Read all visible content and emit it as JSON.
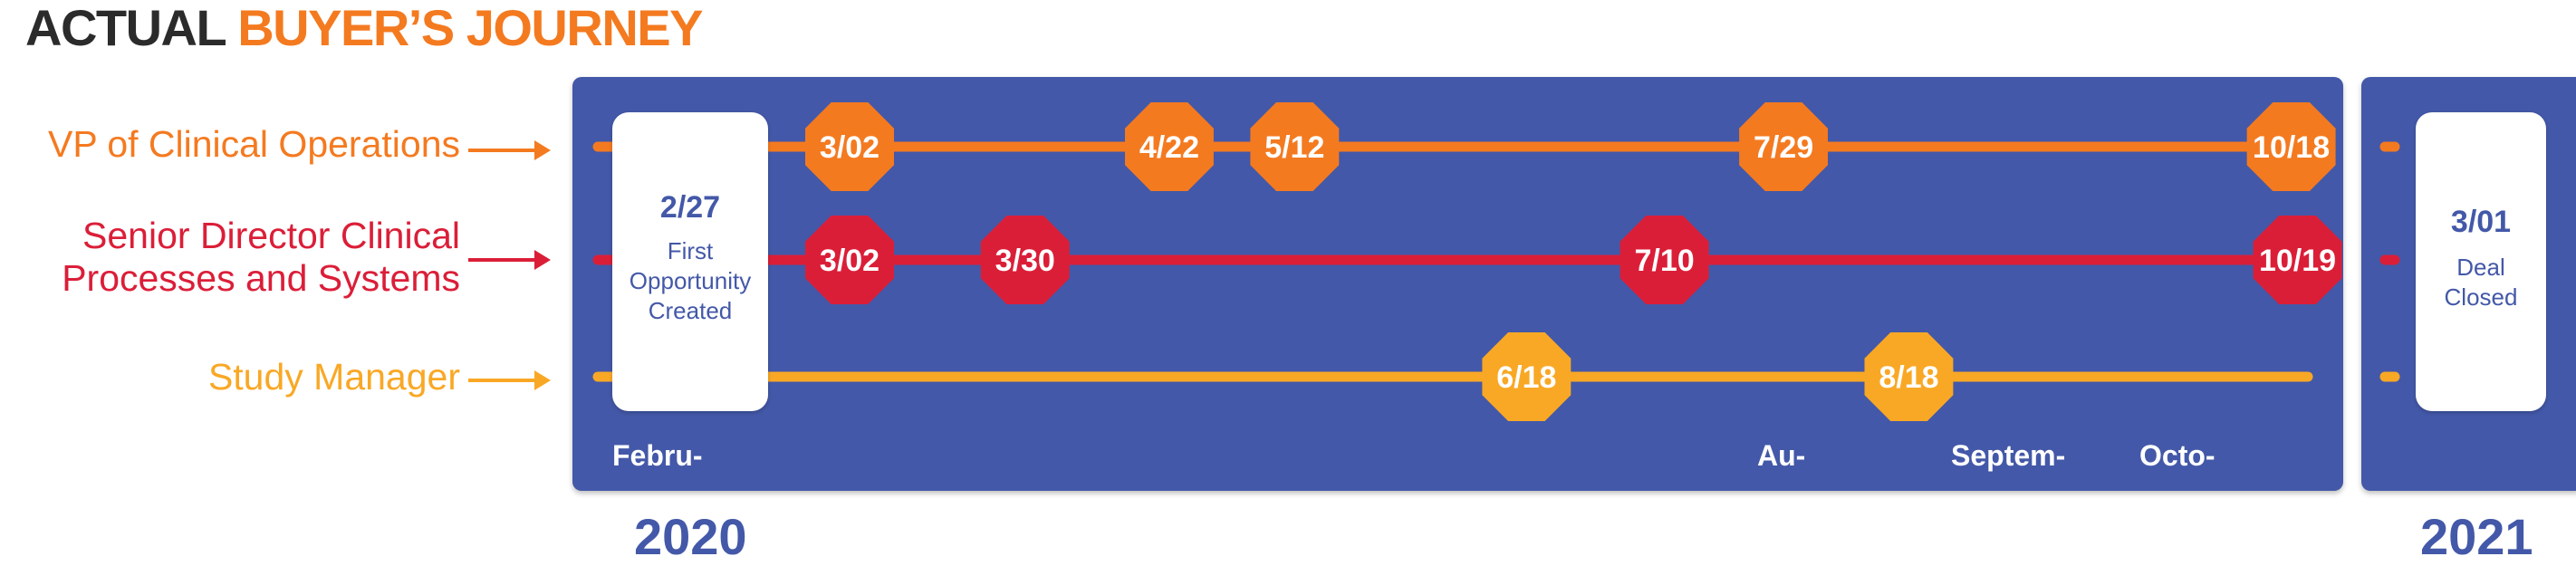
{
  "title": {
    "prefix": "ACTUAL",
    "highlight": "BUYER’S JOURNEY"
  },
  "colors": {
    "orange": "#f47a20",
    "red": "#db1e38",
    "yellow": "#f9a825",
    "panel": "#4358a8",
    "title_dark": "#2b2b2b"
  },
  "rows": [
    {
      "label_lines": [
        "VP of Clinical Operations"
      ],
      "color": "#f47a20",
      "events": [
        {
          "label": "3/02",
          "day": 61
        },
        {
          "label": "4/22",
          "day": 112
        },
        {
          "label": "5/12",
          "day": 132
        },
        {
          "label": "7/29",
          "day": 210
        },
        {
          "label": "10/18",
          "day": 291
        }
      ]
    },
    {
      "label_lines": [
        "Senior Director Clinical",
        "Processes and Systems"
      ],
      "color": "#db1e38",
      "events": [
        {
          "label": "3/02",
          "day": 61
        },
        {
          "label": "3/30",
          "day": 89
        },
        {
          "label": "7/10",
          "day": 191
        },
        {
          "label": "10/19",
          "day": 292
        }
      ]
    },
    {
      "label_lines": [
        "Study Manager"
      ],
      "color": "#f9a825",
      "events": [
        {
          "label": "6/18",
          "day": 169
        },
        {
          "label": "8/18",
          "day": 230
        }
      ]
    }
  ],
  "milestones": {
    "start": {
      "date": "2/27",
      "text_lines": [
        "First",
        "Opportunity",
        "Created"
      ]
    },
    "end": {
      "date": "3/01",
      "text_lines": [
        "Deal",
        "Closed"
      ]
    }
  },
  "months": [
    {
      "label": "Febru-",
      "day": 31
    },
    {
      "label": "Au-",
      "day": 213
    },
    {
      "label": "Septem-",
      "day": 244
    },
    {
      "label": "Octo-",
      "day": 274
    }
  ],
  "years": {
    "left": "2020",
    "right": "2021"
  }
}
